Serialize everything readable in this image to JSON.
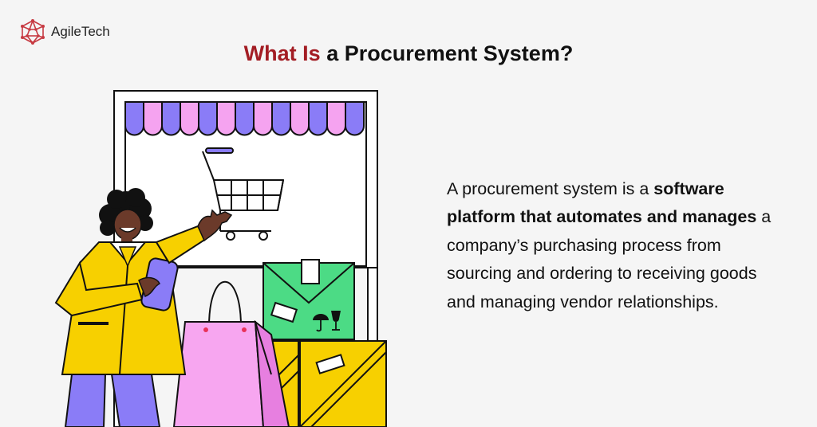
{
  "brand": {
    "name_part1": "Agile",
    "name_part2": "Tech",
    "logo_icon": "network-sphere-icon"
  },
  "header": {
    "title_accent": "What Is",
    "title_rest": "a Procurement System?"
  },
  "description": {
    "part1": "A procurement system is a ",
    "bold": "software platform that automates and manages",
    "part2": " a company’s purchasing process from sourcing and ordering to receiving goods and managing vendor relationships."
  },
  "colors": {
    "accent": "#a31d24",
    "awning_purple": "#8a7cf7",
    "awning_pink": "#f5a3f0",
    "box_green": "#4cdb85",
    "crate_yellow": "#f7d000",
    "bag_pink": "#f7a6f0",
    "jacket_yellow": "#f7d000",
    "pants_purple": "#8a7cf7"
  },
  "illustration": {
    "icons": [
      "shopping-cart-icon",
      "umbrella-icon",
      "wine-glass-icon"
    ]
  }
}
